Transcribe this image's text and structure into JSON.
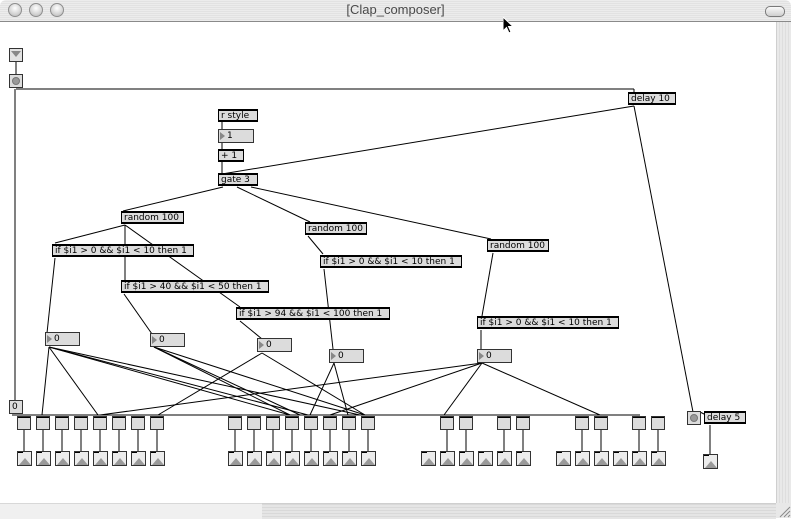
{
  "window": {
    "title": "[Clap_composer]",
    "controls": [
      "close",
      "minimize",
      "zoom"
    ]
  },
  "patch": {
    "top_controls": {
      "menu_button": "umenu-icon",
      "bang_button": "bang-icon"
    },
    "objects": {
      "delay_10": "delay 10",
      "r_style": "r style",
      "style_number": "1",
      "plus_one": "+ 1",
      "gate": "gate 3",
      "random_a": "random 100",
      "random_b": "random 100",
      "random_c": "random 100",
      "if_a1": "if $i1 > 0 && $i1 < 10 then 1",
      "if_a2": "if $i1 > 40 && $i1 < 50 then 1",
      "if_a3": "if $i1 > 94 && $i1 < 100 then 1",
      "if_b1": "if $i1 > 0 && $i1 < 10 then 1",
      "if_c1": "if $i1 > 0 && $i1 < 10 then 1",
      "delay_5": "delay 5"
    },
    "numbers": {
      "n1": "0",
      "n2": "0",
      "n3": "0",
      "n4": "0",
      "n5": "0",
      "reset_int": "0"
    },
    "toggle_groups": [
      {
        "name": "group-1",
        "count": 8,
        "player_count": 8
      },
      {
        "name": "group-2",
        "count": 8,
        "player_count": 8
      },
      {
        "name": "group-3",
        "count": 4,
        "player_count": 6
      },
      {
        "name": "group-4",
        "count": 4,
        "player_count": 6
      }
    ],
    "extra_player_count": 1
  }
}
